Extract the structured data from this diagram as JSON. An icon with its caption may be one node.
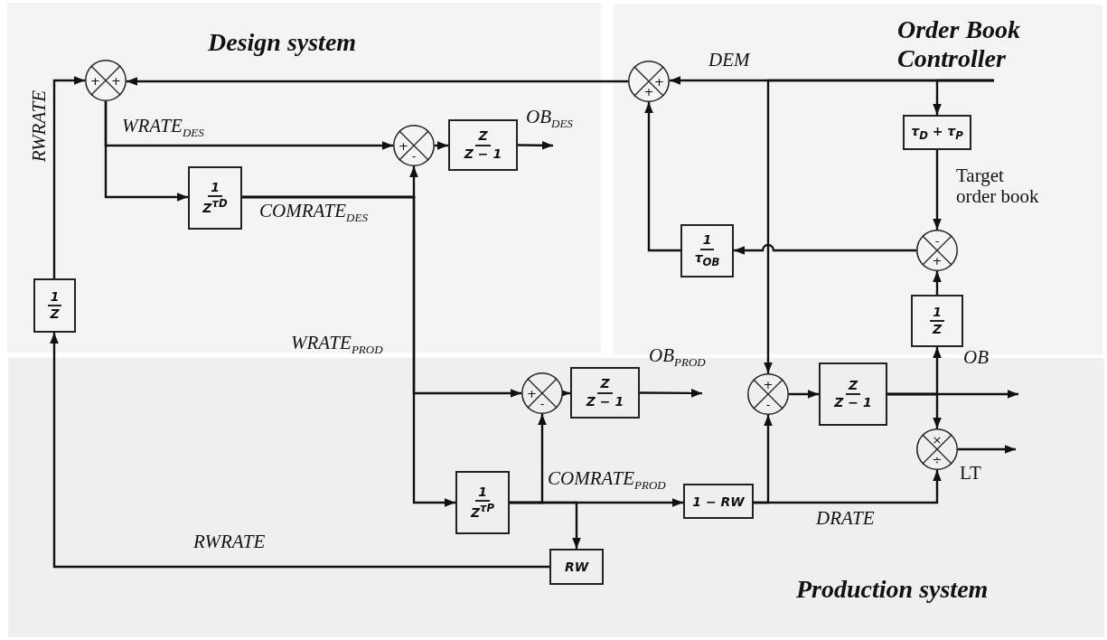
{
  "diagram": {
    "nodes": [
      {
        "text": [
          "Design system"
        ]
      },
      {
        "text": [
          "Order Book Controller"
        ]
      },
      {
        "text": [
          "Production system"
        ]
      },
      {
        "text": [
          "+",
          "+"
        ],
        "in": 0
      },
      {
        "text": [
          "+",
          "-"
        ],
        "in": 0
      },
      {
        "text": [
          "Z",
          "Z − 1"
        ],
        "in": 0
      },
      {
        "text": [
          "1",
          "Z$^{τD}$"
        ],
        "in": 0
      },
      {
        "text": [
          "1",
          "Z"
        ],
        "in": 0
      },
      {
        "text": [
          "+",
          "+"
        ],
        "in": 1
      },
      {
        "text": [
          "τ$_{D}$ + τ$_{P}$"
        ],
        "in": 1
      },
      {
        "text": [
          "-",
          "+"
        ],
        "in": 1
      },
      {
        "text": [
          "1",
          "τ$_{OB}$"
        ],
        "in": 1
      },
      {
        "text": [
          "1",
          "Z"
        ],
        "in": 1
      },
      {
        "text": [
          "+",
          "-"
        ],
        "in": 2
      },
      {
        "text": [
          "Z",
          "Z − 1"
        ],
        "in": 2
      },
      {
        "text": [
          "1",
          "Z$^{τP}$"
        ],
        "in": 2
      },
      {
        "text": [
          "+",
          "-"
        ],
        "in": 2
      },
      {
        "text": [
          "Z",
          "Z − 1"
        ],
        "in": 2
      },
      {
        "text": [
          "1 − RW"
        ],
        "in": 2
      },
      {
        "text": [
          "RW"
        ],
        "in": 2
      },
      {
        "text": [
          "×",
          "÷"
        ],
        "in": 2
      }
    ],
    "edges": [
      {
        "from": 7,
        "to": 3,
        "arrow": "to",
        "label": "RWRATE"
      },
      {
        "from": 3,
        "to": 4,
        "arrow": "to",
        "label": "WRATE$_{DES}$"
      },
      {
        "from": 3,
        "to": 6,
        "arrow": "to"
      },
      {
        "from": 6,
        "to": 4,
        "arrow": "to",
        "label": "COMRATE$_{DES}$"
      },
      {
        "from": 6,
        "to": 13,
        "arrow": "to",
        "label": "WRATE$_{PROD}$"
      },
      {
        "from": 6,
        "to": 15,
        "arrow": "to"
      },
      {
        "from": 4,
        "to": 5,
        "arrow": "to"
      },
      {
        "from": 5,
        "to": null,
        "arrow": "to",
        "label": "OB$_{DES}$"
      },
      {
        "from": 13,
        "to": 14,
        "arrow": "to"
      },
      {
        "from": 14,
        "to": null,
        "arrow": "to",
        "label": "OB$_{PROD}$"
      },
      {
        "from": 15,
        "to": 13,
        "arrow": "to"
      },
      {
        "from": 15,
        "to": 18,
        "arrow": "to",
        "label": "COMRATE$_{PROD}$"
      },
      {
        "from": 15,
        "to": 19,
        "arrow": "to"
      },
      {
        "from": 19,
        "to": 7,
        "arrow": "to",
        "label": "RWRATE"
      },
      {
        "from": 18,
        "to": 16,
        "arrow": "to"
      },
      {
        "from": 18,
        "to": 20,
        "arrow": "to",
        "label": "DRATE"
      },
      {
        "from": 16,
        "to": 17,
        "arrow": "to"
      },
      {
        "from": 17,
        "to": null,
        "arrow": "to",
        "label": "OB"
      },
      {
        "from": 17,
        "to": 12,
        "arrow": "to"
      },
      {
        "from": 17,
        "to": 20,
        "arrow": "to"
      },
      {
        "from": 20,
        "to": null,
        "arrow": "to",
        "label": "LT"
      },
      {
        "from": 12,
        "to": 10,
        "arrow": "to"
      },
      {
        "from": 9,
        "to": 10,
        "arrow": "to",
        "label": "Target order book"
      },
      {
        "from": 10,
        "to": 11,
        "arrow": "to"
      },
      {
        "from": 11,
        "to": 8,
        "arrow": "to"
      },
      {
        "from": 8,
        "to": 3,
        "arrow": "to"
      },
      {
        "from": null,
        "to": 8,
        "arrow": "to",
        "label": "DEM"
      },
      {
        "from": null,
        "to": 9,
        "arrow": "to"
      },
      {
        "from": null,
        "to": 16,
        "arrow": "to"
      }
    ]
  }
}
